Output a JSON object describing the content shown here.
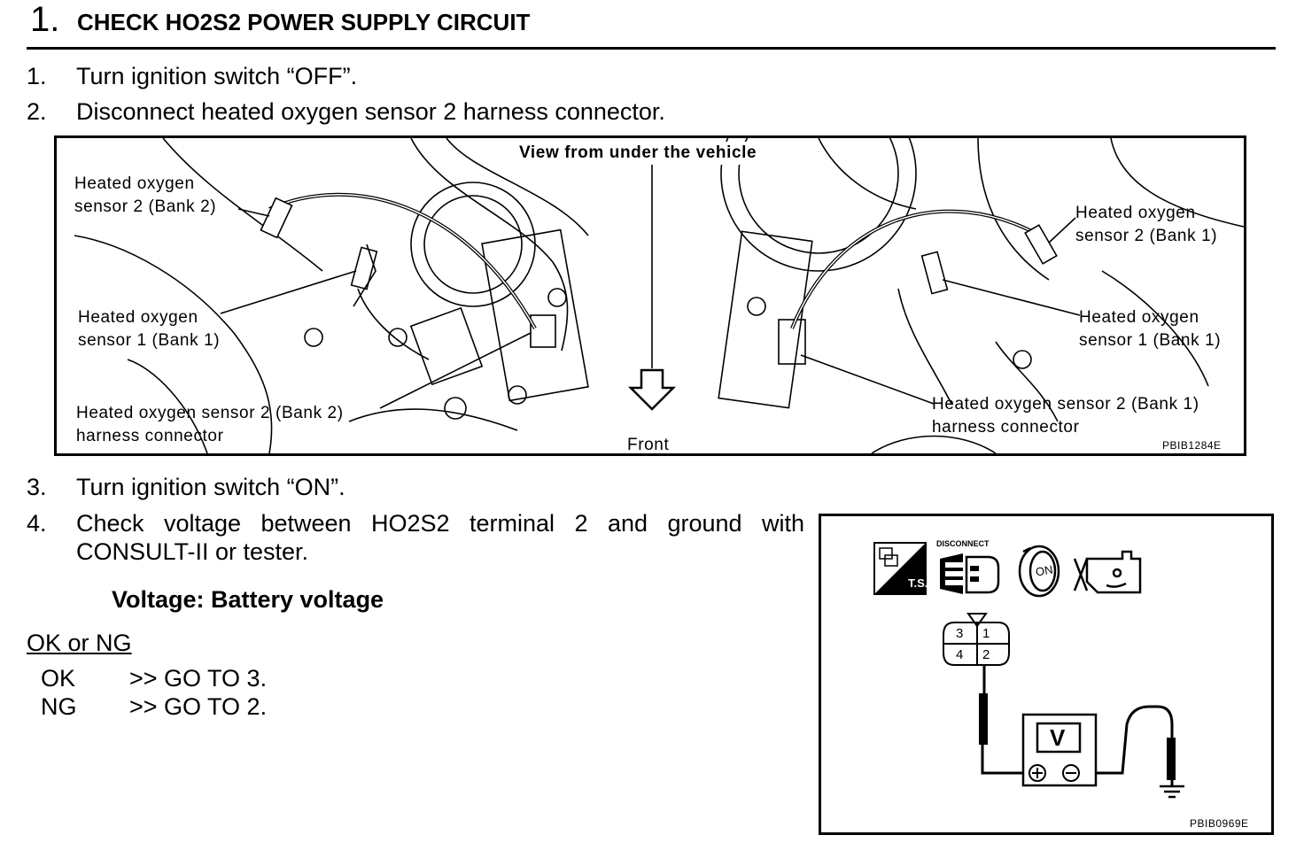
{
  "header": {
    "step_number": "1.",
    "title": "CHECK HO2S2 POWER SUPPLY CIRCUIT"
  },
  "steps": [
    {
      "num": "1.",
      "text": "Turn ignition switch “OFF”."
    },
    {
      "num": "2.",
      "text": "Disconnect heated oxygen sensor 2 harness connector."
    },
    {
      "num": "3.",
      "text": "Turn ignition switch “ON”."
    },
    {
      "num": "4.",
      "text_line1": "Check voltage between HO2S2 terminal 2 and ground with",
      "text_line2": "CONSULT-II or tester."
    }
  ],
  "figure1": {
    "view_label": "View from under the vehicle",
    "front_label": "Front",
    "left_sensor2_line1": "Heated oxygen",
    "left_sensor2_line2": "sensor 2 (Bank 2)",
    "left_sensor1_line1": "Heated oxygen",
    "left_sensor1_line2": "sensor 1 (Bank 1)",
    "left_connector_line1": "Heated oxygen sensor 2 (Bank 2)",
    "left_connector_line2": "harness connector",
    "right_sensor2_line1": "Heated oxygen",
    "right_sensor2_line2": "sensor 2 (Bank 1)",
    "right_sensor1_line1": "Heated oxygen",
    "right_sensor1_line2": "sensor 1 (Bank 1)",
    "right_connector_line1": "Heated oxygen sensor 2 (Bank 1)",
    "right_connector_line2": "harness connector",
    "code": "PBIB1284E"
  },
  "spec": {
    "voltage": "Voltage: Battery voltage"
  },
  "results": {
    "heading": "OK or NG",
    "ok_key": "OK",
    "ok_val": ">> GO TO 3.",
    "ng_key": "NG",
    "ng_val": ">> GO TO 2."
  },
  "figure2": {
    "ts_label": "T.S.",
    "disconnect_label": "DISCONNECT",
    "on_label": "ON",
    "pin3": "3",
    "pin1": "1",
    "pin4": "4",
    "pin2": "2",
    "meter_label": "V",
    "code": "PBIB0969E"
  }
}
